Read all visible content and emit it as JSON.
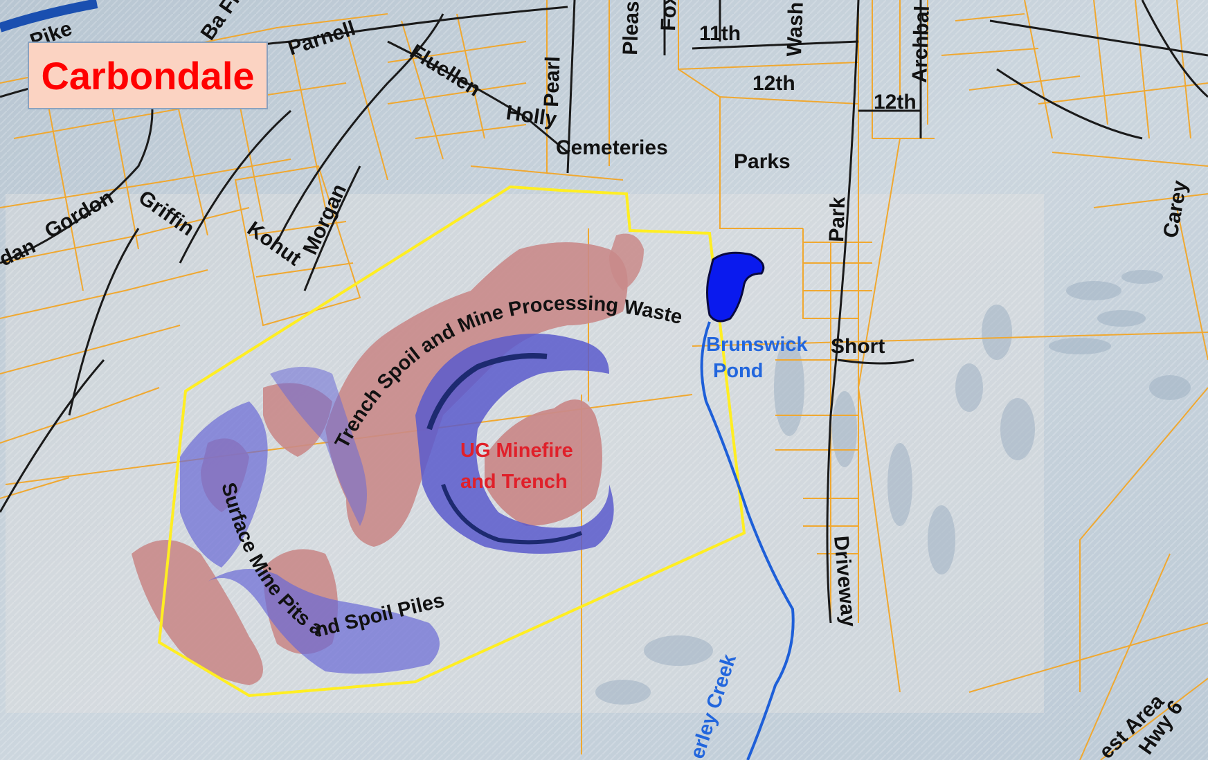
{
  "map": {
    "title": "Carbondale",
    "colors": {
      "terrain": "#c9d3dc",
      "parcel_lines": "#f0a830",
      "road_lines": "#1a1a1a",
      "study_boundary": "#ffee22",
      "spoil_relief": "#cc8888",
      "pit_relief": "#5a5acc",
      "water": "#1e5fd8",
      "pond_fill": "#0a1aee",
      "title_background": "#fbd3c2",
      "title_text": "#ff0000"
    },
    "street_labels": {
      "pike": "Pike",
      "franklin": "Ba Frankl",
      "parnell": "Parnell",
      "fluellen": "Fluellen",
      "pearl": "Pearl",
      "holly": "Holly",
      "pleasant": "Pleas",
      "fox": "Fox",
      "eleventh": "11th",
      "washington": "Wash",
      "archbald": "Archbal",
      "twelfth_a": "12th",
      "twelfth_b": "12th",
      "cemeteries": "Cemeteries",
      "parks": "Parks",
      "gordon": "Gordon",
      "dan": "dan",
      "griffin": "Griffin",
      "kohut": "Kohut",
      "morgan": "Morgan",
      "park": "Park",
      "carey": "Carey",
      "short": "Short",
      "driveway": "Driveway",
      "rest_area": "est Area",
      "hwy6": "Hwy 6"
    },
    "zone_labels": {
      "trench_spoil": "Trench Spoil and Mine Processing Waste",
      "surface_mine": "Surface Mine Pits and Spoil Piles",
      "ug_line1": "UG Minefire",
      "ug_line2": "and Trench"
    },
    "water_labels": {
      "pond_line1": "Brunswick",
      "pond_line2": "Pond",
      "creek": "erley Creek"
    }
  }
}
